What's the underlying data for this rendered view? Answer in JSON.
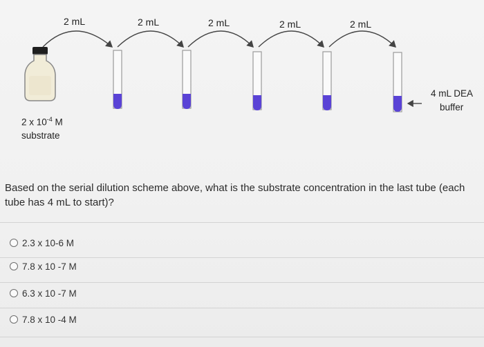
{
  "diagram": {
    "transfer_labels": [
      "2 mL",
      "2 mL",
      "2 mL",
      "2 mL",
      "2 mL"
    ],
    "stock_label_line1": "2 x 10",
    "stock_label_exponent": "-4",
    "stock_label_unit": " M",
    "stock_label_line2": "substrate",
    "buffer_label_line1": "4 mL DEA",
    "buffer_label_line2": "buffer",
    "tube_liquid_color": "#5a43d6"
  },
  "question": {
    "text": "Based on the serial dilution scheme above, what is the substrate concentration in the last tube (each tube has 4 mL to start)?"
  },
  "options": [
    {
      "label": "2.3 x 10-6 M",
      "selected": false
    },
    {
      "label": "7.8 x 10 -7 M",
      "selected": false
    },
    {
      "label": "6.3 x 10 -7 M",
      "selected": false
    },
    {
      "label": "7.8 x 10 -4 M",
      "selected": false
    }
  ]
}
